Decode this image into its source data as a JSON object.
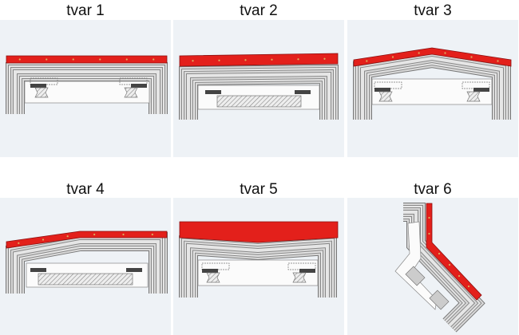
{
  "colors": {
    "cover": "#e3201b",
    "panel_bg": "#eef2f6",
    "steel": "#d9d9d9",
    "line": "#7a7a7a"
  },
  "shapes": [
    {
      "title": "tvar 1"
    },
    {
      "title": "tvar 2"
    },
    {
      "title": "tvar 3"
    },
    {
      "title": "tvar 4"
    },
    {
      "title": "tvar 5"
    },
    {
      "title": "tvar 6"
    }
  ]
}
